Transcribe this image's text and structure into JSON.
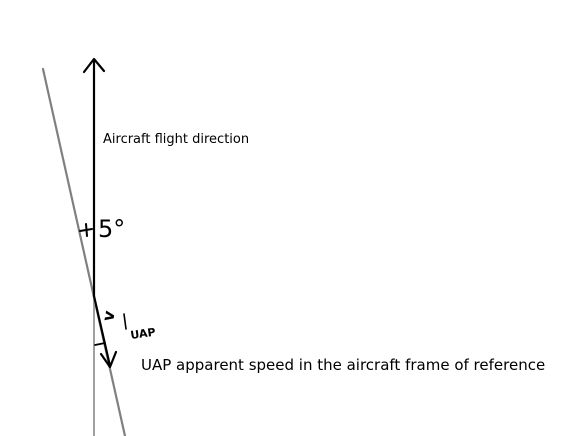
{
  "labels": {
    "flight_direction": "Aircraft flight direction",
    "angle": "5°",
    "uap_tag": "UAP",
    "uap_speed": "UAP apparent speed in the aircraft frame of reference",
    "vector_symbol": "v"
  },
  "colors": {
    "ink": "#000000",
    "gray_line": "#808080",
    "background": "#ffffff"
  }
}
